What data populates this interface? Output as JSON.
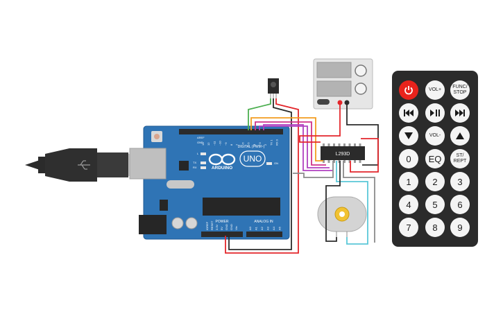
{
  "arduino": {
    "logo_text": "ARDUINO",
    "model": "UNO",
    "digital_label": "DIGITAL (PWM~)",
    "analog_label": "ANALOG IN",
    "power_label": "POWER",
    "aref_label": "AREF",
    "gnd_label": "GND",
    "l_label": "L",
    "tx_label": "TX",
    "rx_label": "RX",
    "on_label": "ON",
    "digital_pins": [
      "13",
      "12",
      "~11",
      "~10",
      "~9",
      "8",
      "7",
      "~6",
      "~5",
      "4",
      "~3",
      "2",
      "TX 1",
      "RX 0"
    ],
    "power_pins": [
      "IOREF",
      "RESET",
      "3.3V",
      "5V",
      "GND",
      "GND",
      "Vin"
    ],
    "analog_pins": [
      "A0",
      "A1",
      "A2",
      "A3",
      "A4",
      "A5"
    ]
  },
  "driver_ic": {
    "label": "L293D"
  },
  "remote": {
    "buttons": [
      {
        "id": "power",
        "label": "",
        "icon": "power-icon",
        "kind": "power"
      },
      {
        "id": "vol-up",
        "label": "VOL+",
        "kind": "small"
      },
      {
        "id": "func-stop",
        "label": "FUNC/\nSTOP",
        "kind": "small"
      },
      {
        "id": "prev",
        "label": "",
        "icon": "skip-back-icon",
        "kind": "icon"
      },
      {
        "id": "play-pause",
        "label": "",
        "icon": "play-pause-icon",
        "kind": "icon"
      },
      {
        "id": "next",
        "label": "",
        "icon": "skip-forward-icon",
        "kind": "icon"
      },
      {
        "id": "down",
        "label": "",
        "icon": "triangle-down-icon",
        "kind": "icon"
      },
      {
        "id": "vol-down",
        "label": "VOL-",
        "kind": "small"
      },
      {
        "id": "up",
        "label": "",
        "icon": "triangle-up-icon",
        "kind": "icon"
      },
      {
        "id": "0",
        "label": "0",
        "kind": "num"
      },
      {
        "id": "eq",
        "label": "EQ",
        "kind": "num"
      },
      {
        "id": "st-rept",
        "label": "ST/\nREPT",
        "kind": "small"
      },
      {
        "id": "1",
        "label": "1",
        "kind": "num"
      },
      {
        "id": "2",
        "label": "2",
        "kind": "num"
      },
      {
        "id": "3",
        "label": "3",
        "kind": "num"
      },
      {
        "id": "4",
        "label": "4",
        "kind": "num"
      },
      {
        "id": "5",
        "label": "5",
        "kind": "num"
      },
      {
        "id": "6",
        "label": "6",
        "kind": "num"
      },
      {
        "id": "7",
        "label": "7",
        "kind": "num"
      },
      {
        "id": "8",
        "label": "8",
        "kind": "num"
      },
      {
        "id": "9",
        "label": "9",
        "kind": "num"
      }
    ]
  },
  "colors": {
    "board": "#2f74b5",
    "board_dark": "#1f5a93",
    "header": "#2b2b2b",
    "wire_red": "#e3262b",
    "wire_black": "#2b2b2b",
    "wire_green": "#4caf50",
    "wire_orange": "#f39c1f",
    "wire_purple": "#b040c0",
    "wire_magenta": "#d0328a",
    "wire_cyan": "#5ac8d8",
    "wire_gray": "#8a8a8a",
    "remote_body": "#2b2b2b",
    "remote_power": "#e8231c",
    "motor_gear": "#f1c232"
  }
}
